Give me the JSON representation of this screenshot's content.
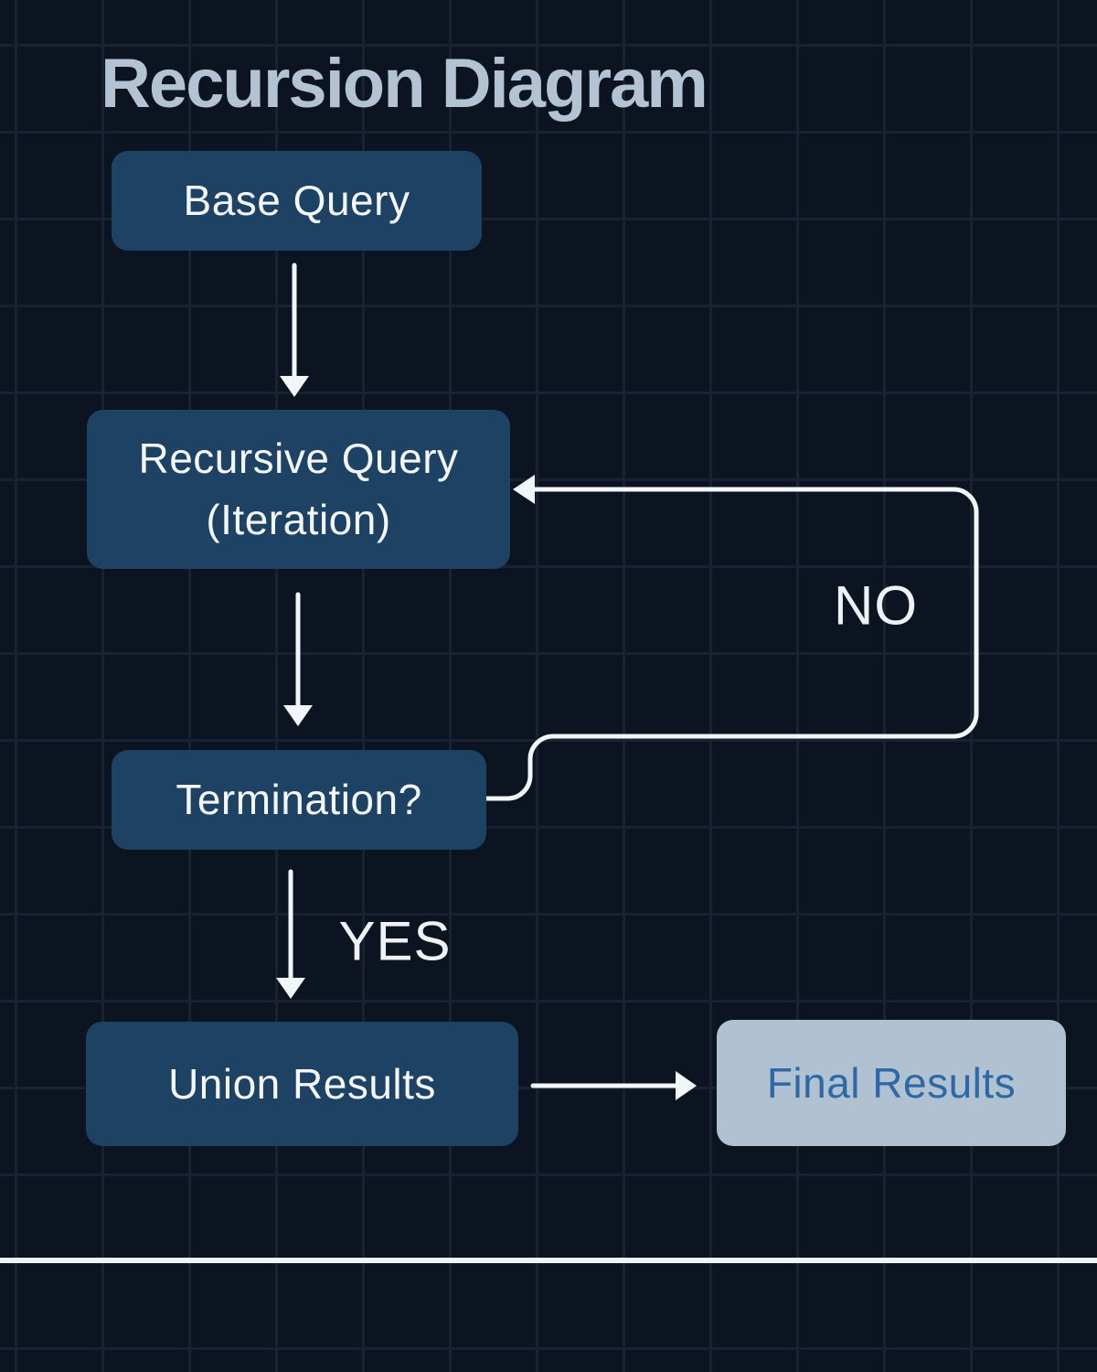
{
  "title": "Recursion Diagram",
  "nodes": {
    "base": {
      "label": "Base Query"
    },
    "recursive": {
      "line1": "Recursive Query",
      "line2": "(Iteration)"
    },
    "termination": {
      "label": "Termination?"
    },
    "union": {
      "label": "Union Results"
    },
    "final": {
      "label": "Final Results"
    }
  },
  "edge_labels": {
    "no": "NO",
    "yes": "YES"
  },
  "colors": {
    "background": "#0d1421",
    "grid_line": "#1a2231",
    "node_fill": "#1e4263",
    "node_text": "#f3f6fa",
    "result_fill": "#b0c1d1",
    "result_text": "#2e68a5",
    "title_text": "#b4c3d3",
    "connector": "#f2f5f9"
  }
}
